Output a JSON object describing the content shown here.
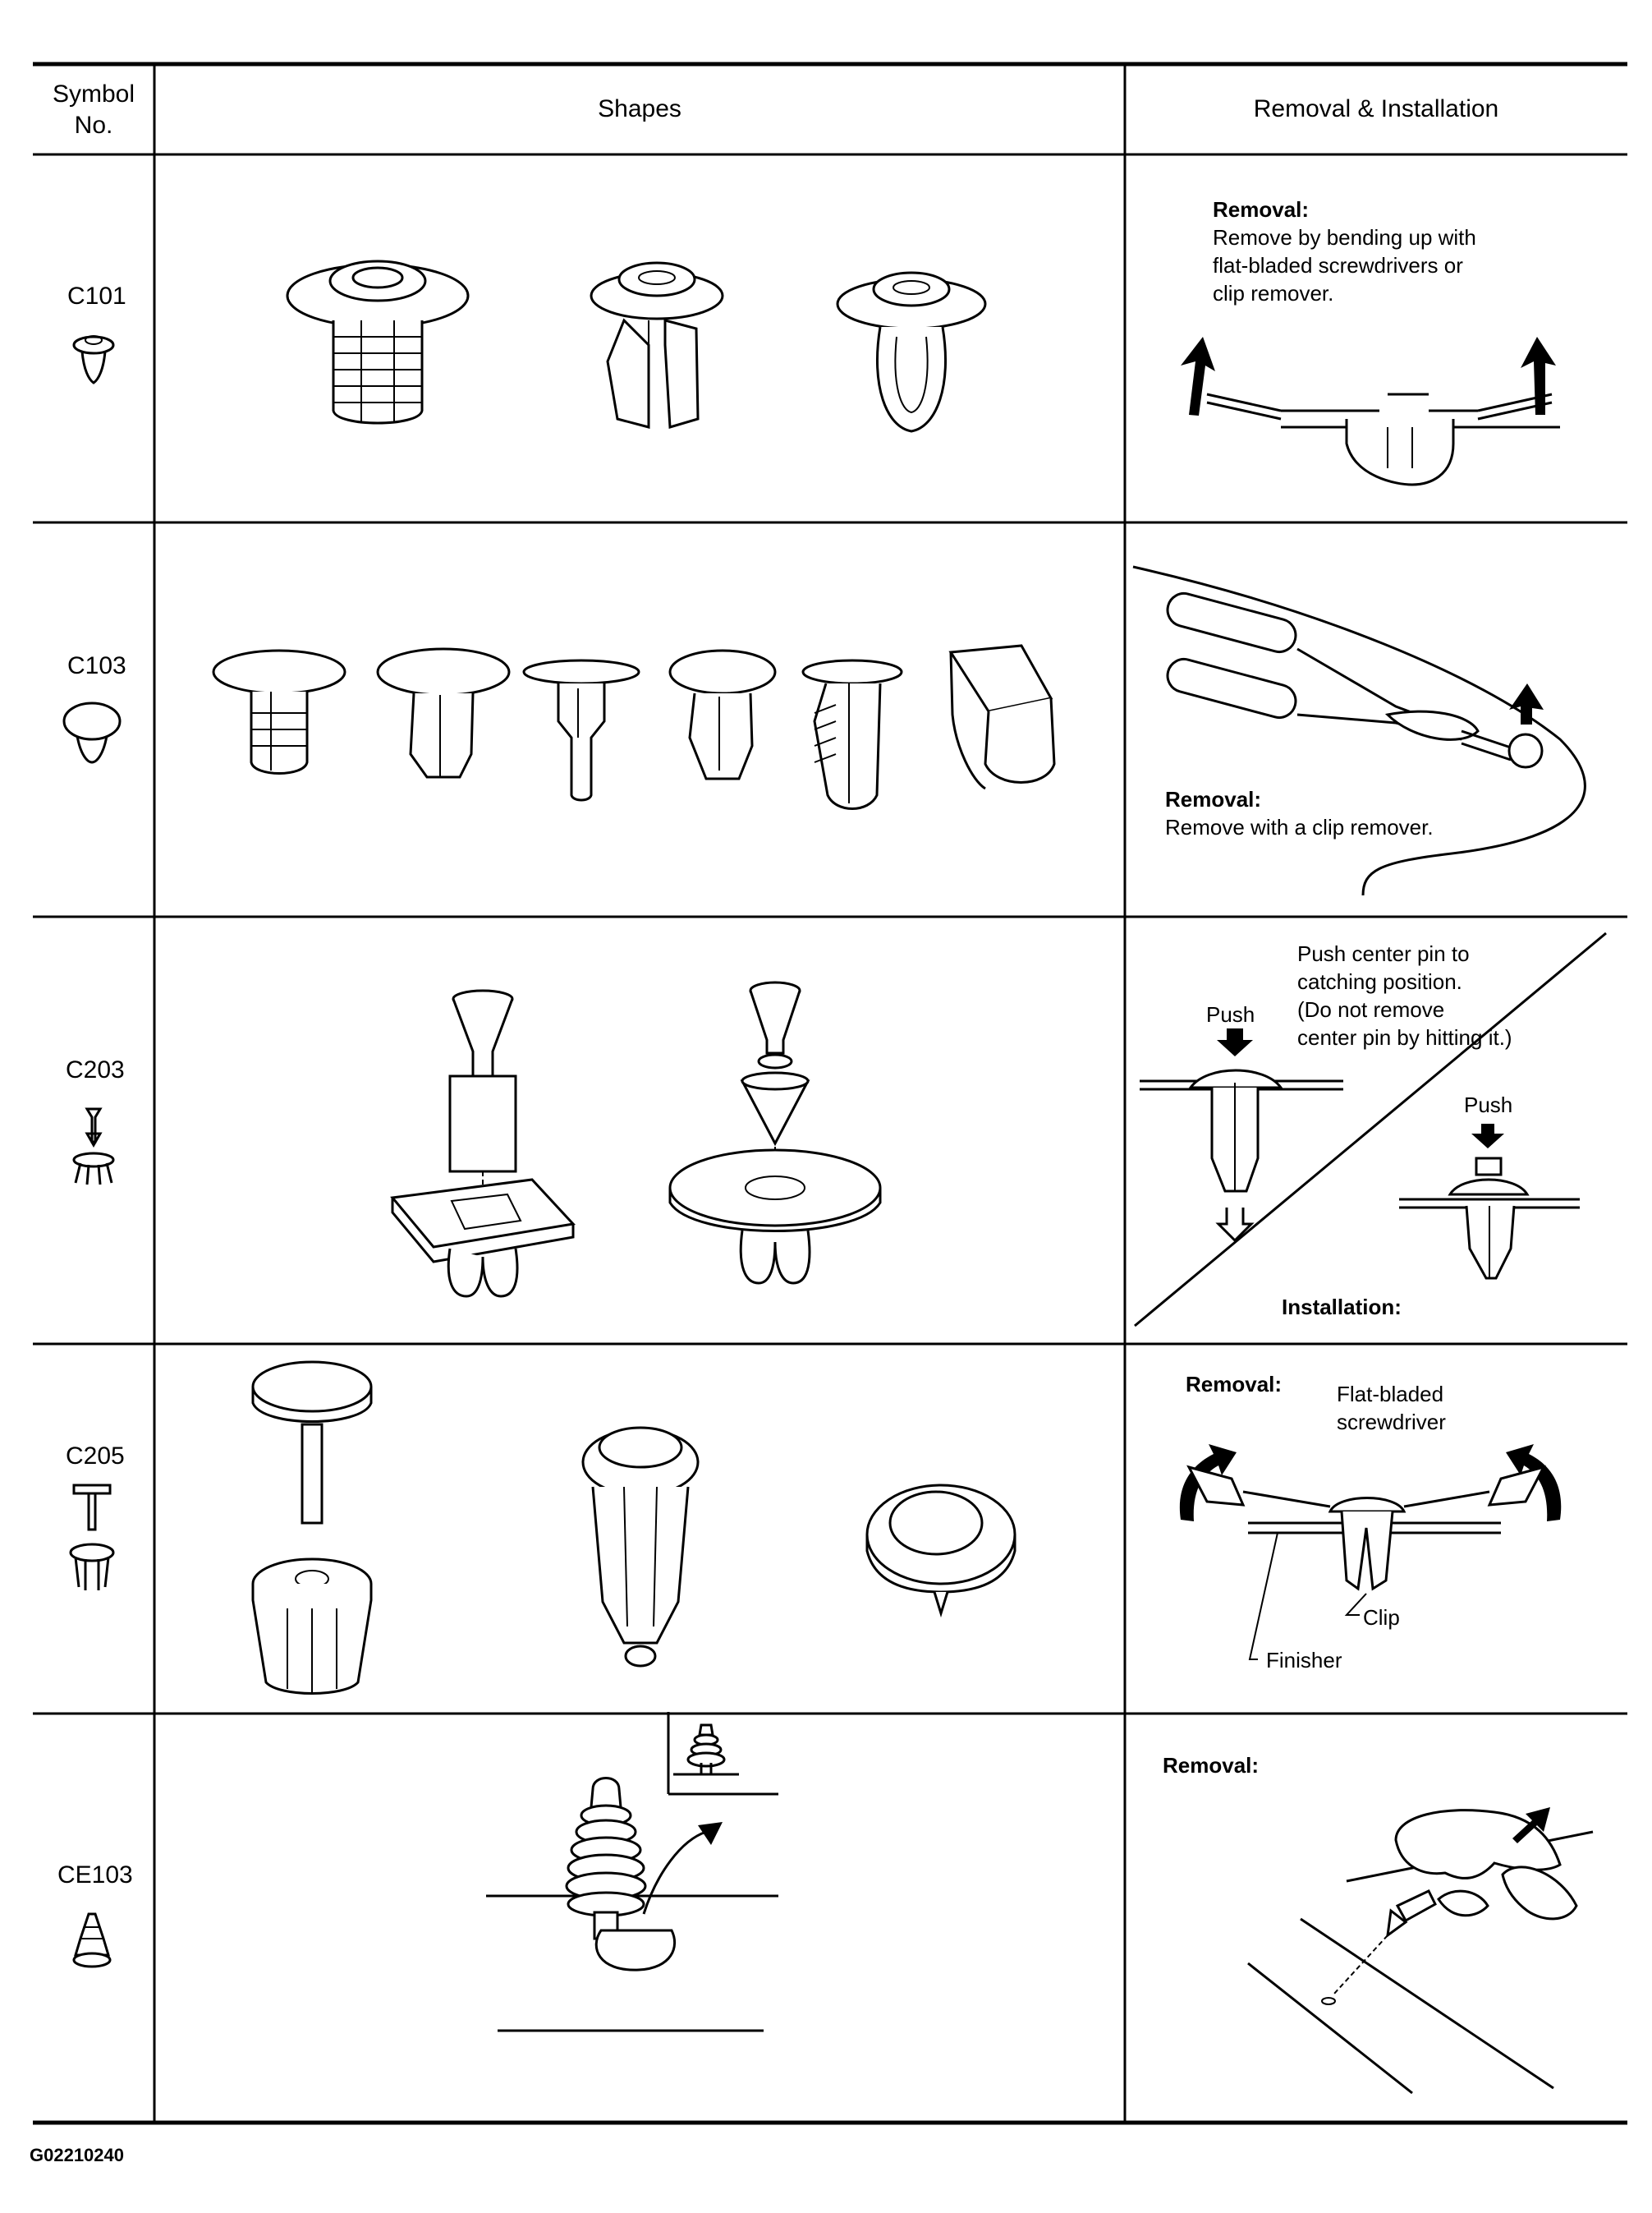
{
  "table": {
    "headers": {
      "symbol": "Symbol\nNo.",
      "shapes": "Shapes",
      "removal": "Removal & Installation"
    },
    "rows": [
      {
        "symbol": "C101",
        "removal_title": "Removal:",
        "removal_text": "Remove by bending up with\nflat-bladed screwdrivers or\nclip remover."
      },
      {
        "symbol": "C103",
        "removal_title": "Removal:",
        "removal_text": "Remove with a clip remover."
      },
      {
        "symbol": "C203",
        "push_instruction": "Push center pin to\ncatching position.\n(Do not remove\ncenter pin by hitting it.)",
        "push_label_1": "Push",
        "push_label_2": "Push",
        "installation_label": "Installation:"
      },
      {
        "symbol": "C205",
        "removal_title": "Removal:",
        "tool_label": "Flat-bladed\nscrewdriver",
        "clip_label": "Clip",
        "finisher_label": "Finisher"
      },
      {
        "symbol": "CE103",
        "removal_title": "Removal:"
      }
    ]
  },
  "figure_code": "G02210240",
  "icons": [
    "clip-icon",
    "pliers-icon",
    "screwdriver-icon",
    "arrow-icon",
    "hand-icon"
  ]
}
